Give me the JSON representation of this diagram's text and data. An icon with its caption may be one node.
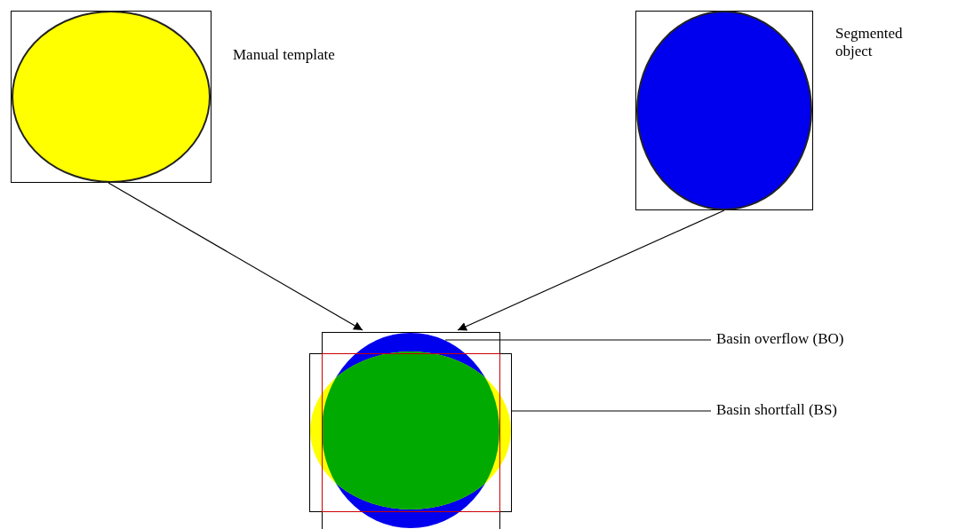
{
  "diagram": {
    "nodes": [
      {
        "text": [],
        "shape": "circle",
        "beside": [
          "Manual template"
        ]
      },
      {
        "text": [],
        "shape": "ellipse",
        "beside": [
          "Segmented object"
        ]
      },
      {
        "text": [],
        "shape": "picture"
      },
      {
        "text": [],
        "shape": "ellipse",
        "in": 2
      },
      {
        "text": [],
        "shape": "ellipse",
        "in": 2
      },
      {
        "text": [
          "Basin overflow (BO)"
        ]
      },
      {
        "text": [
          "Basin shortfall (BS)"
        ]
      }
    ],
    "edges": [
      {
        "from": 0,
        "to": 2,
        "arrow": "to"
      },
      {
        "from": 1,
        "to": 2,
        "arrow": "to"
      },
      {
        "from": 5,
        "to": 3,
        "arrow": "none"
      },
      {
        "from": 6,
        "to": 4,
        "arrow": "none"
      }
    ]
  }
}
